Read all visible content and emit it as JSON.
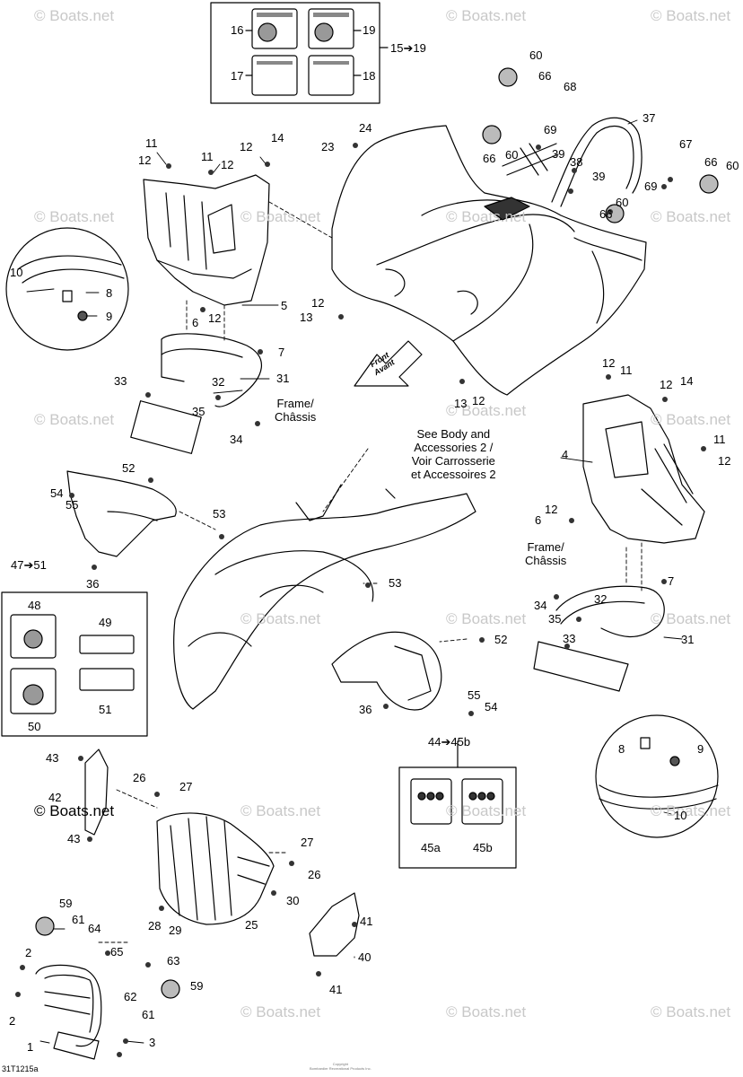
{
  "watermark": "© Boats.net",
  "diagram_code": "31T1215a",
  "copyright": [
    "Copyright",
    "Bombardier Recreational Products Inc."
  ],
  "front_label": [
    "Front",
    "Avant"
  ],
  "notes": {
    "frame_left": [
      "Frame/",
      "Châssis"
    ],
    "frame_right": [
      "Frame/",
      "Châssis"
    ],
    "see_body": [
      "See Body and",
      "Accessories 2 /",
      "Voir Carrosserie",
      "et Accessoires 2"
    ]
  },
  "callouts": [
    {
      "id": "c16",
      "text": "16"
    },
    {
      "id": "c19",
      "text": "19"
    },
    {
      "id": "c17",
      "text": "17"
    },
    {
      "id": "c18",
      "text": "18"
    },
    {
      "id": "c15_19",
      "text": "15➔19"
    },
    {
      "id": "c60a",
      "text": "60"
    },
    {
      "id": "c66a",
      "text": "66"
    },
    {
      "id": "c68",
      "text": "68"
    },
    {
      "id": "c69a",
      "text": "69"
    },
    {
      "id": "c37",
      "text": "37"
    },
    {
      "id": "c24",
      "text": "24"
    },
    {
      "id": "c23",
      "text": "23"
    },
    {
      "id": "c66b",
      "text": "66"
    },
    {
      "id": "c60b",
      "text": "60"
    },
    {
      "id": "c39a",
      "text": "39"
    },
    {
      "id": "c38",
      "text": "38"
    },
    {
      "id": "c39b",
      "text": "39"
    },
    {
      "id": "c67",
      "text": "67"
    },
    {
      "id": "c66c",
      "text": "66"
    },
    {
      "id": "c60c",
      "text": "60"
    },
    {
      "id": "c69b",
      "text": "69"
    },
    {
      "id": "c60d",
      "text": "60"
    },
    {
      "id": "c66d",
      "text": "66"
    },
    {
      "id": "c11a",
      "text": "11"
    },
    {
      "id": "c12a",
      "text": "12"
    },
    {
      "id": "c11b",
      "text": "11"
    },
    {
      "id": "c12b",
      "text": "12"
    },
    {
      "id": "c12c",
      "text": "12"
    },
    {
      "id": "c14a",
      "text": "14"
    },
    {
      "id": "c10a",
      "text": "10"
    },
    {
      "id": "c8a",
      "text": "8"
    },
    {
      "id": "c9a",
      "text": "9"
    },
    {
      "id": "c12d",
      "text": "12"
    },
    {
      "id": "c6a",
      "text": "6"
    },
    {
      "id": "c5",
      "text": "5"
    },
    {
      "id": "c12e",
      "text": "12"
    },
    {
      "id": "c13a",
      "text": "13"
    },
    {
      "id": "c7a",
      "text": "7"
    },
    {
      "id": "c33a",
      "text": "33"
    },
    {
      "id": "c32a",
      "text": "32"
    },
    {
      "id": "c31a",
      "text": "31"
    },
    {
      "id": "c35a",
      "text": "35"
    },
    {
      "id": "c34a",
      "text": "34"
    },
    {
      "id": "c12f",
      "text": "12"
    },
    {
      "id": "c11c",
      "text": "11"
    },
    {
      "id": "c12g",
      "text": "12"
    },
    {
      "id": "c14b",
      "text": "14"
    },
    {
      "id": "c13b",
      "text": "13"
    },
    {
      "id": "c12h",
      "text": "12"
    },
    {
      "id": "c4",
      "text": "4"
    },
    {
      "id": "c11d",
      "text": "11"
    },
    {
      "id": "c12i",
      "text": "12"
    },
    {
      "id": "c12j",
      "text": "12"
    },
    {
      "id": "c6b",
      "text": "6"
    },
    {
      "id": "c52a",
      "text": "52"
    },
    {
      "id": "c54a",
      "text": "54"
    },
    {
      "id": "c55a",
      "text": "55"
    },
    {
      "id": "c53a",
      "text": "53"
    },
    {
      "id": "c47_51",
      "text": "47➔51"
    },
    {
      "id": "c36a",
      "text": "36"
    },
    {
      "id": "c48",
      "text": "48"
    },
    {
      "id": "c49",
      "text": "49"
    },
    {
      "id": "c50",
      "text": "50"
    },
    {
      "id": "c51",
      "text": "51"
    },
    {
      "id": "c53b",
      "text": "53"
    },
    {
      "id": "c52b",
      "text": "52"
    },
    {
      "id": "c55b",
      "text": "55"
    },
    {
      "id": "c54b",
      "text": "54"
    },
    {
      "id": "c36b",
      "text": "36"
    },
    {
      "id": "c7b",
      "text": "7"
    },
    {
      "id": "c34b",
      "text": "34"
    },
    {
      "id": "c32b",
      "text": "32"
    },
    {
      "id": "c35b",
      "text": "35"
    },
    {
      "id": "c33b",
      "text": "33"
    },
    {
      "id": "c31b",
      "text": "31"
    },
    {
      "id": "c44_45b",
      "text": "44➔45b"
    },
    {
      "id": "c45a",
      "text": "45a"
    },
    {
      "id": "c45b",
      "text": "45b"
    },
    {
      "id": "c8b",
      "text": "8"
    },
    {
      "id": "c9b",
      "text": "9"
    },
    {
      "id": "c10b",
      "text": "10"
    },
    {
      "id": "c43a",
      "text": "43"
    },
    {
      "id": "c42",
      "text": "42"
    },
    {
      "id": "c43b",
      "text": "43"
    },
    {
      "id": "c26a",
      "text": "26"
    },
    {
      "id": "c27a",
      "text": "27"
    },
    {
      "id": "c27b",
      "text": "27"
    },
    {
      "id": "c26b",
      "text": "26"
    },
    {
      "id": "c30",
      "text": "30"
    },
    {
      "id": "c28",
      "text": "28"
    },
    {
      "id": "c29",
      "text": "29"
    },
    {
      "id": "c25",
      "text": "25"
    },
    {
      "id": "c41a",
      "text": "41"
    },
    {
      "id": "c40",
      "text": "40"
    },
    {
      "id": "c41b",
      "text": "41"
    },
    {
      "id": "c59a",
      "text": "59"
    },
    {
      "id": "c61a",
      "text": "61"
    },
    {
      "id": "c64",
      "text": "64"
    },
    {
      "id": "c65",
      "text": "65"
    },
    {
      "id": "c2a",
      "text": "2"
    },
    {
      "id": "c63",
      "text": "63"
    },
    {
      "id": "c59b",
      "text": "59"
    },
    {
      "id": "c2b",
      "text": "2"
    },
    {
      "id": "c62",
      "text": "62"
    },
    {
      "id": "c61b",
      "text": "61"
    },
    {
      "id": "c1",
      "text": "1"
    },
    {
      "id": "c3",
      "text": "3"
    }
  ]
}
